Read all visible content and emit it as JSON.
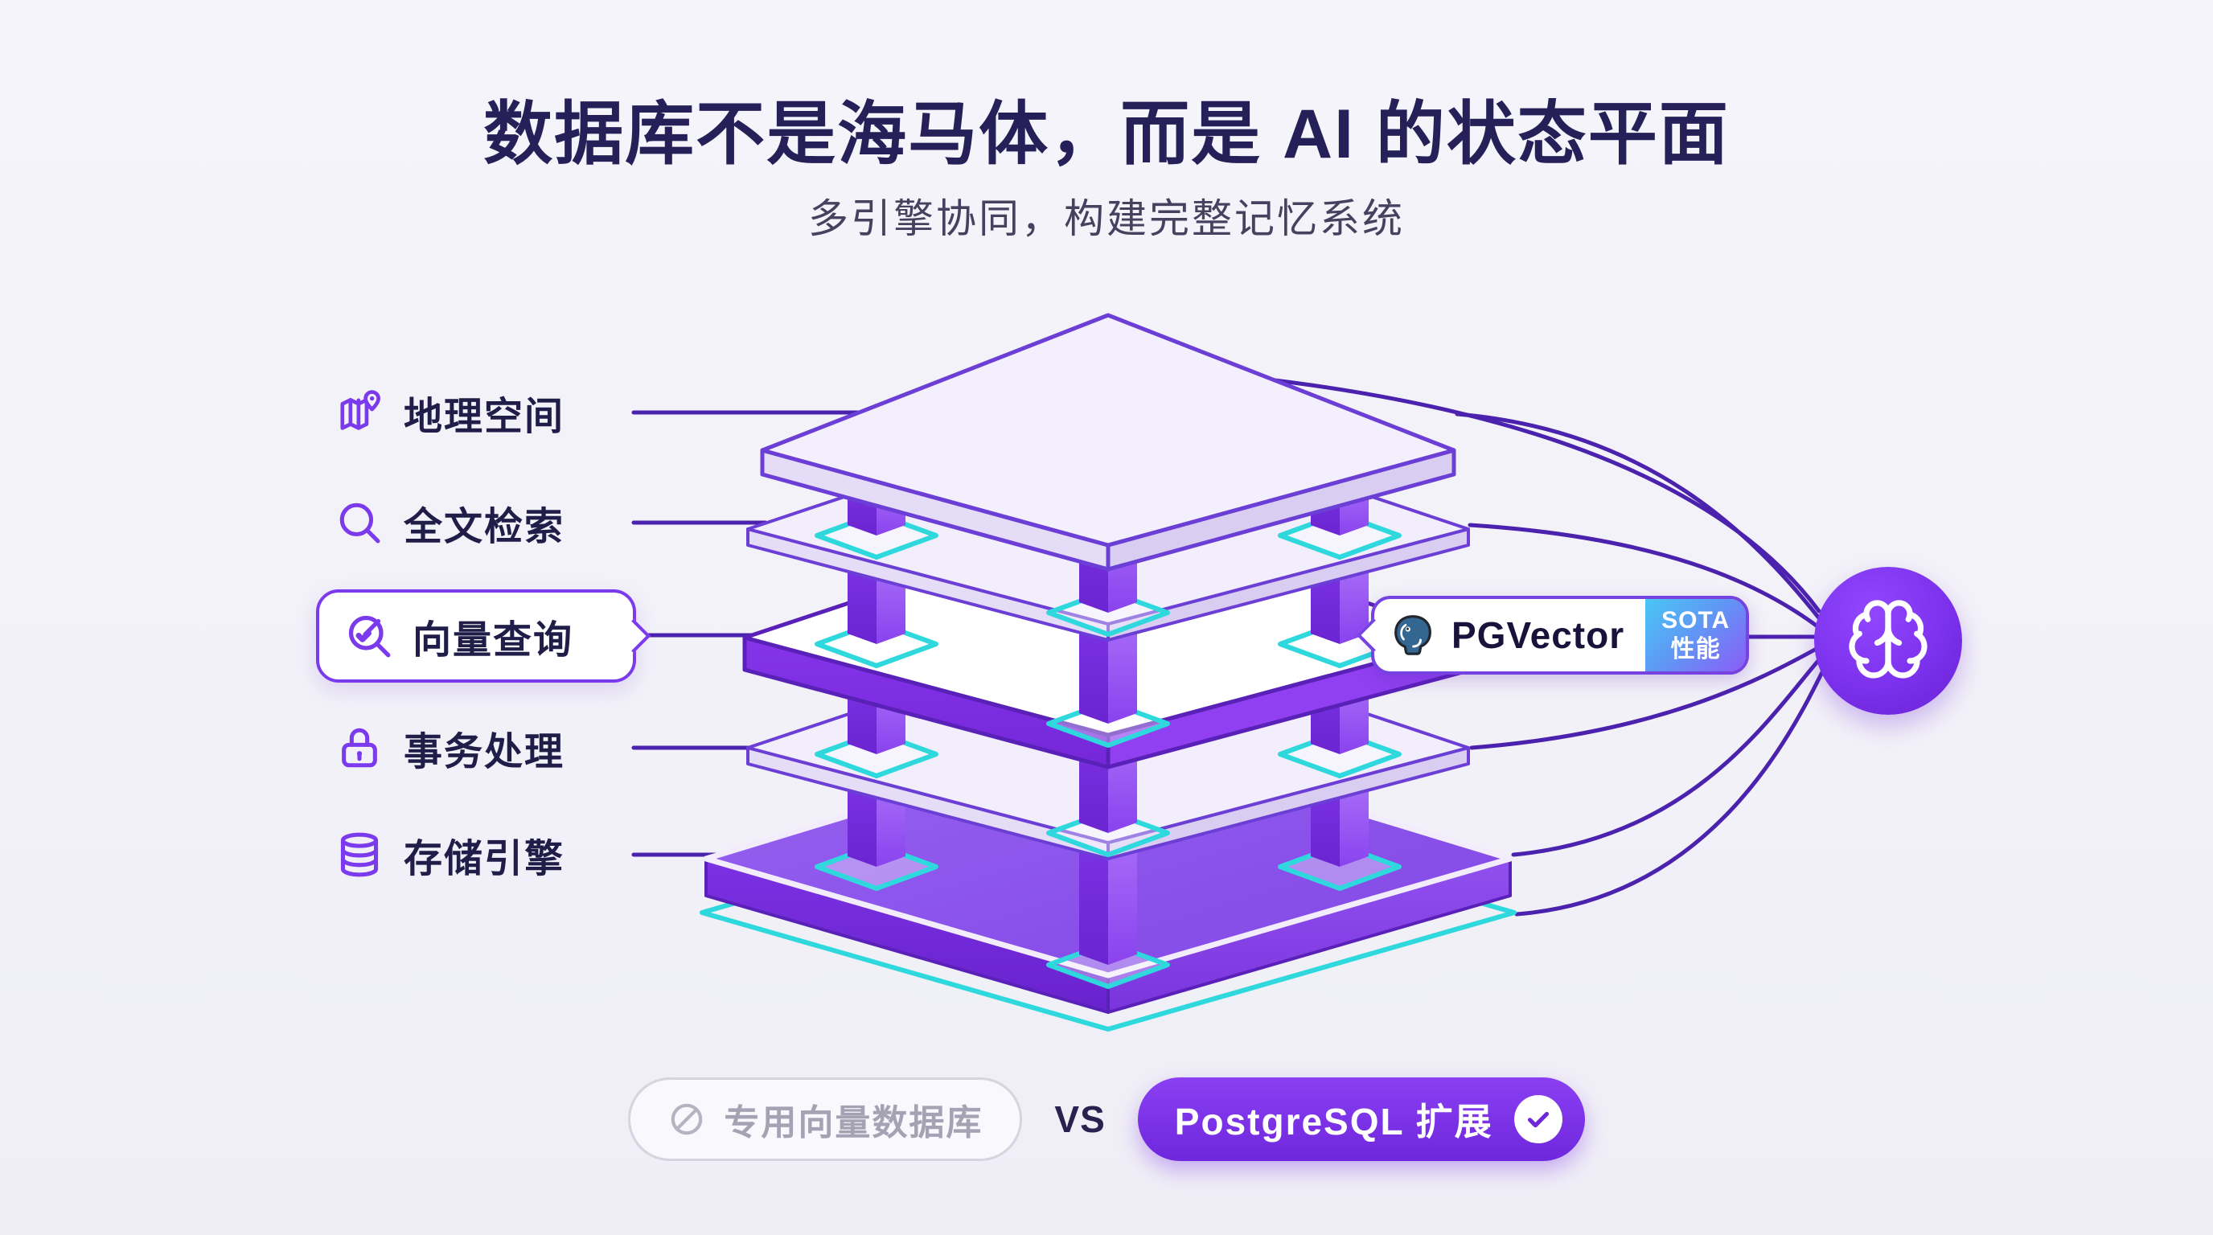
{
  "title": "数据库不是海马体，而是 AI 的状态平面",
  "subtitle": "多引擎协同，构建完整记忆系统",
  "features": [
    {
      "label": "地理空间",
      "icon": "map-pin-icon",
      "highlighted": false
    },
    {
      "label": "全文检索",
      "icon": "search-icon",
      "highlighted": false
    },
    {
      "label": "向量查询",
      "icon": "vector-search-icon",
      "highlighted": true
    },
    {
      "label": "事务处理",
      "icon": "lock-icon",
      "highlighted": false
    },
    {
      "label": "存储引擎",
      "icon": "database-icon",
      "highlighted": false
    }
  ],
  "badge": {
    "logo": "postgresql-elephant-icon",
    "name": "PGVector",
    "tag_line1": "SOTA",
    "tag_line2": "性能"
  },
  "ai_node": {
    "icon": "brain-icon"
  },
  "comparison": {
    "negative": {
      "icon": "ban-icon",
      "label": "专用向量数据库"
    },
    "versus": "VS",
    "positive": {
      "label": "PostgreSQL 扩展",
      "icon": "check-circle-icon"
    }
  },
  "colors": {
    "accent": "#7C3AED",
    "accent_dark": "#5A21B8",
    "line": "#4B22AE",
    "cyan": "#2ED8DC",
    "title_text": "#262059",
    "postgres_blue": "#336791"
  }
}
